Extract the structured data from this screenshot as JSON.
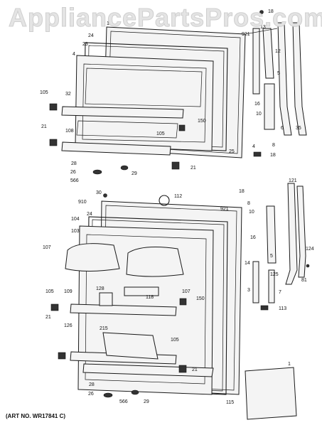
{
  "watermark": "AppliancePartsPros.com",
  "art_number": "(ART NO. WR17841 C)",
  "labels": {
    "l18a": "18",
    "l10a": "10",
    "l24a": "24",
    "l921a": "921",
    "l13": "13",
    "l12": "12",
    "l23": "23",
    "l4a": "4",
    "l5a": "5",
    "l105a": "105",
    "l32": "32",
    "l16a": "16",
    "l150a": "150",
    "l10b": "10",
    "l21a": "21",
    "l108": "108",
    "l105b": "105",
    "l25": "25",
    "l6": "6",
    "l35": "35",
    "l8a": "8",
    "l4b": "4",
    "l18b": "18",
    "l28a": "28",
    "l26a": "26",
    "l29a": "29",
    "l566a": "566",
    "l21b": "21",
    "l30": "30",
    "l910": "910",
    "l112": "112",
    "l18c": "18",
    "l121": "121",
    "l24b": "24",
    "l921b": "921",
    "l8b": "8",
    "l10c": "10",
    "l104": "104",
    "l103": "103",
    "l107a": "107",
    "l16b": "16",
    "l5b": "5",
    "l124": "124",
    "l14": "14",
    "l125": "125",
    "l3": "3",
    "l81": "81",
    "l7": "7",
    "l105c": "105",
    "l109": "109",
    "l128": "128",
    "l118": "118",
    "l107b": "107",
    "l113": "113",
    "l150b": "150",
    "l215": "215",
    "l21c": "21",
    "l126": "126",
    "l105d": "105",
    "l1": "1",
    "l21d": "21",
    "l28b": "28",
    "l26b": "26",
    "l566b": "566",
    "l29b": "29",
    "l115": "115"
  }
}
